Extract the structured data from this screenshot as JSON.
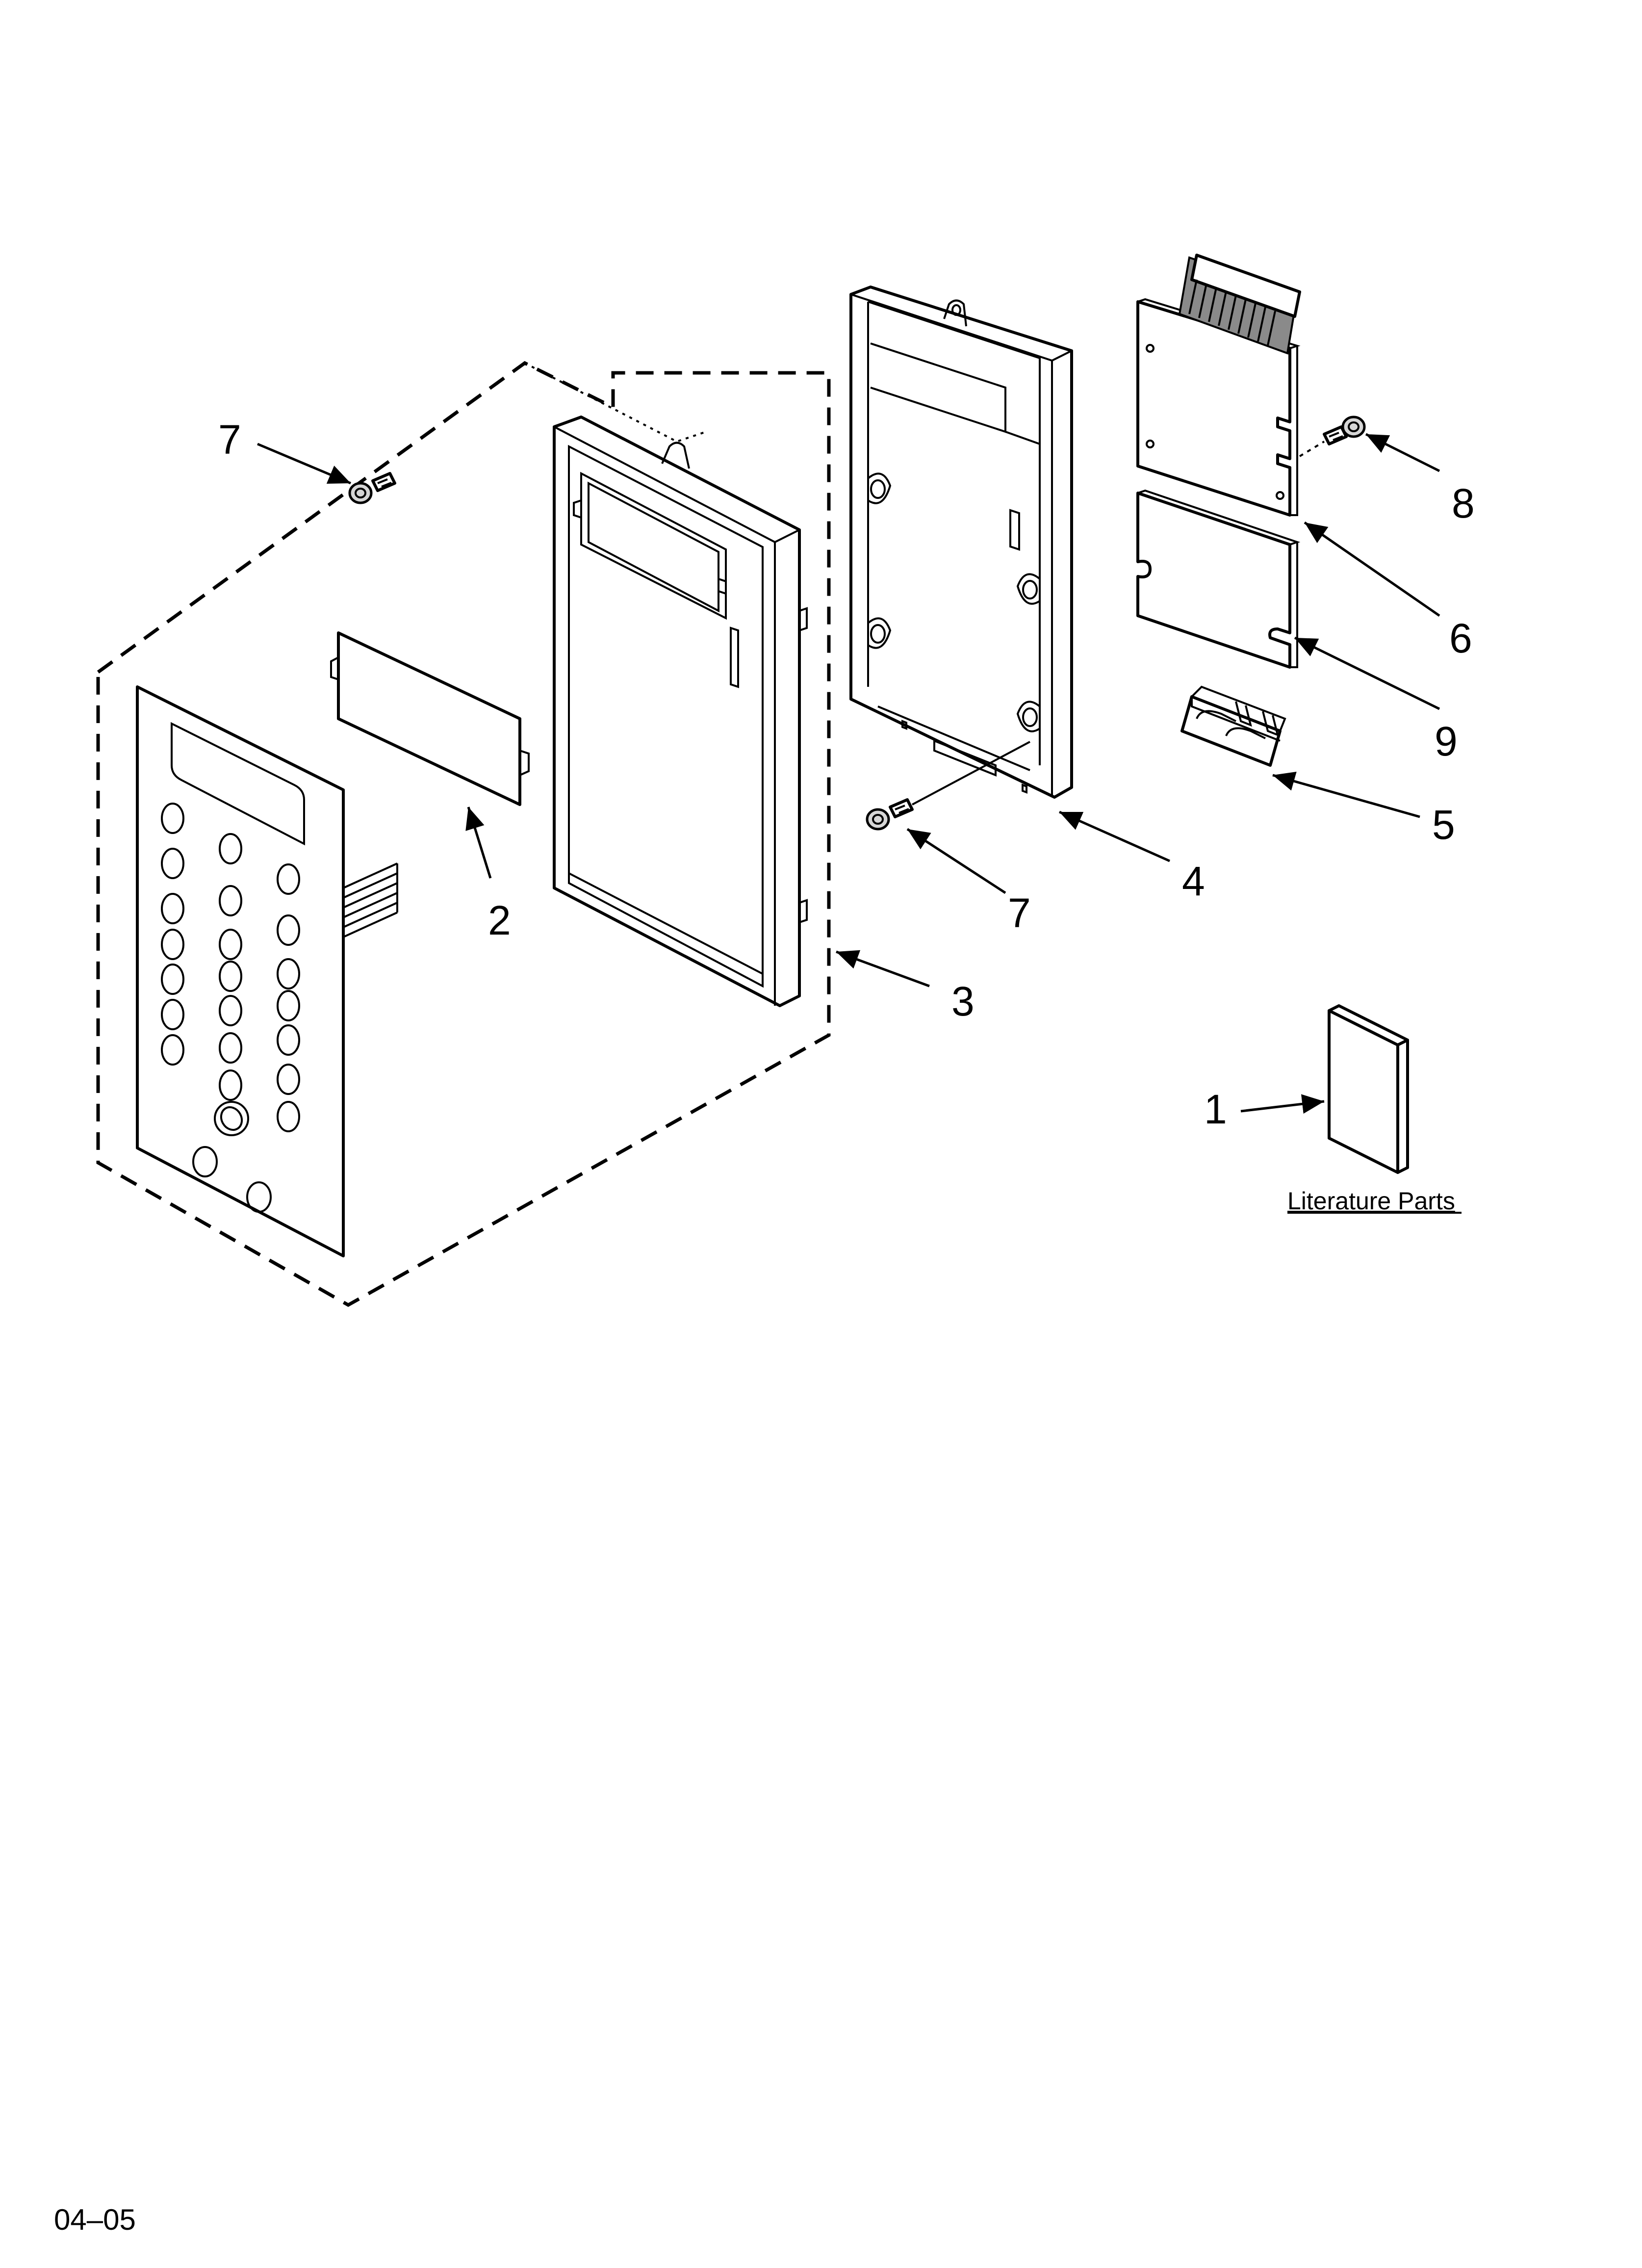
{
  "callouts": {
    "c7_top": "7",
    "c8": "8",
    "c6": "6",
    "c9": "9",
    "c5": "5",
    "c4": "4",
    "c7_bottom": "7",
    "c2": "2",
    "c3": "3",
    "c1": "1"
  },
  "literature_label": "Literature Parts",
  "footer_code": "04–05"
}
